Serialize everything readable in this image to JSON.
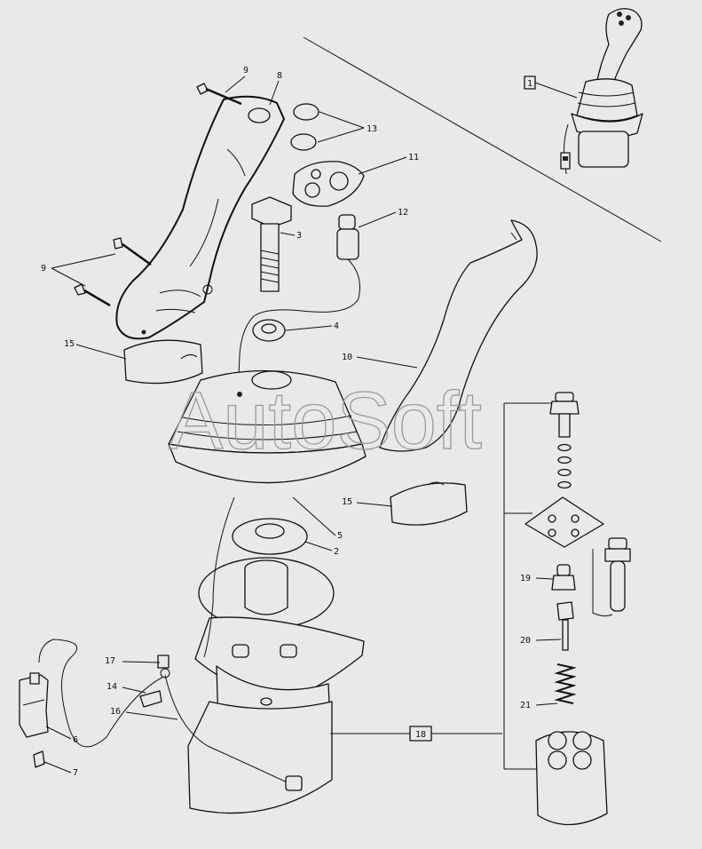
{
  "watermark": "AutoSoft",
  "callouts": {
    "c1": "1",
    "c2": "2",
    "c3": "3",
    "c4": "4",
    "c5": "5",
    "c6": "6",
    "c7": "7",
    "c8": "8",
    "c9a": "9",
    "c9b": "9",
    "c10": "10",
    "c11": "11",
    "c12": "12",
    "c13": "13",
    "c14": "14",
    "c15a": "15",
    "c15b": "15",
    "c16": "16",
    "c17": "17",
    "c18": "18",
    "c19": "19",
    "c20": "20",
    "c21": "21"
  }
}
